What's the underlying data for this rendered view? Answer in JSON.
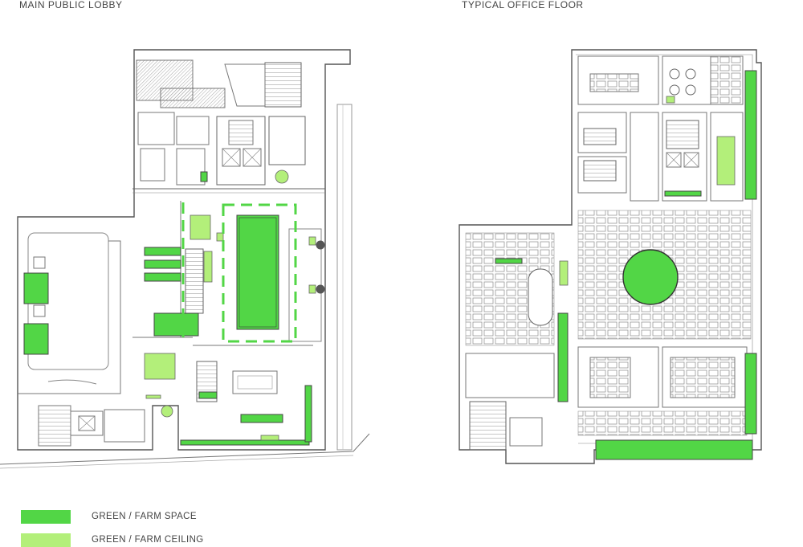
{
  "titles": {
    "lobby": "MAIN PUBLIC LOBBY",
    "office": "TYPICAL OFFICE FLOOR"
  },
  "colors": {
    "farm_space": "#52d646",
    "farm_ceiling": "#b3ef7a",
    "linework": "#666666",
    "hatch": "#9a9a9a"
  },
  "legend": [
    {
      "label": "GREEN / FARM SPACE",
      "color": "#52d646"
    },
    {
      "label": "GREEN / FARM CEILING",
      "color": "#b3ef7a"
    }
  ]
}
